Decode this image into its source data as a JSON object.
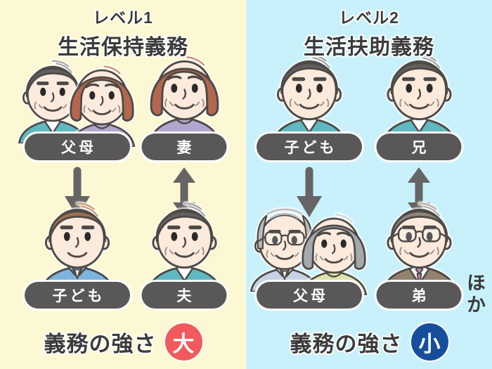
{
  "style": {
    "skin": "#FCEBDC",
    "outline": "#4E4A47",
    "pill": "#595757",
    "arrow": "#666464",
    "text": "#3B3B3B",
    "pill_text": "#FFFFFF"
  },
  "characters": {
    "middle-aged-man": {
      "name": "middle-aged-man",
      "hair": "man",
      "hairColor": "#615F5F",
      "hairLight": "#A9A7A7",
      "browStyle": "rect",
      "cloth": "jacket",
      "clothColor": "#5FB9C1",
      "glasses": false,
      "wrinkles": true
    },
    "middle-aged-woman": {
      "name": "middle-aged-woman",
      "hair": "bob",
      "hairColor": "#B2674E",
      "hairLight": "#D18F6F",
      "browStyle": "arc",
      "cloth": "blouse",
      "clothColor": "#B3A6CE",
      "glasses": false,
      "wrinkles": true
    },
    "young-man": {
      "name": "young-man",
      "hair": "man",
      "hairColor": "#9C7150",
      "hairLight": "#C9A077",
      "browStyle": "rect",
      "cloth": "shirt",
      "clothColor": "#7EB3E0",
      "glasses": false,
      "wrinkles": false
    },
    "elderly-man": {
      "name": "elderly-man",
      "hair": "bald",
      "hairColor": "#B9BDC0",
      "hairLight": "#DDE0E2",
      "browStyle": "rect",
      "cloth": "shirt",
      "clothColor": "#C7D2E5",
      "glasses": true,
      "wrinkles": true
    },
    "elderly-woman": {
      "name": "elderly-woman",
      "hair": "elderbob",
      "hairColor": "#A6A9AB",
      "hairLight": "#D2D4D6",
      "browStyle": "arc",
      "cloth": "blouse",
      "clothColor": "#DEE2A8",
      "glasses": false,
      "wrinkles": true
    },
    "suit-man": {
      "name": "suit-man",
      "hair": "man",
      "hairColor": "#8E857D",
      "hairLight": "#BBB3AA",
      "browStyle": "rect",
      "cloth": "suit",
      "clothColor": "#93826F",
      "tie": "#C883B5",
      "glasses": true,
      "wrinkles": true
    }
  },
  "panels": [
    {
      "title1": "レベル1",
      "title2": "生活保持義務",
      "bg": "#FCF8D3",
      "groups": [
        {
          "label": "父母",
          "chars": [
            "middle-aged-man",
            "middle-aged-woman"
          ]
        },
        {
          "label": "妻",
          "chars": [
            "middle-aged-woman"
          ]
        },
        {
          "label": "子ども",
          "chars": [
            "young-man"
          ]
        },
        {
          "label": "夫",
          "chars": [
            "middle-aged-man"
          ]
        }
      ],
      "footer_label": "義務の強さ",
      "badge": {
        "text": "大",
        "color": "#F15A5C"
      }
    },
    {
      "title1": "レベル2",
      "title2": "生活扶助義務",
      "bg": "#C9F1FC",
      "groups": [
        {
          "label": "子ども",
          "chars": [
            "middle-aged-man"
          ]
        },
        {
          "label": "兄",
          "chars": [
            "middle-aged-man"
          ]
        },
        {
          "label": "父母",
          "chars": [
            "elderly-man",
            "elderly-woman"
          ]
        },
        {
          "label": "弟",
          "chars": [
            "suit-man"
          ]
        }
      ],
      "side_note": "ほか",
      "footer_label": "義務の強さ",
      "badge": {
        "text": "小",
        "color": "#164E9C"
      }
    }
  ]
}
